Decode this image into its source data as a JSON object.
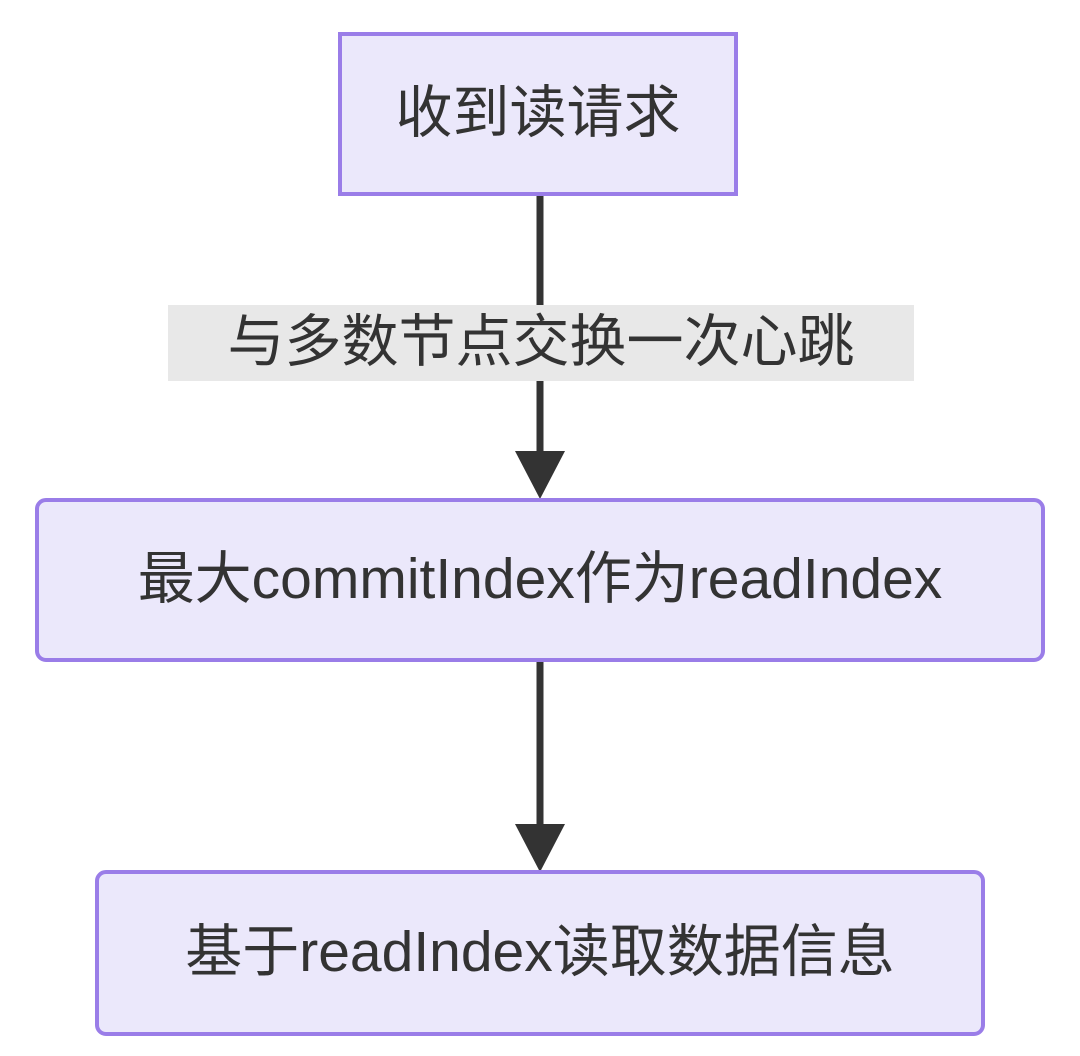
{
  "diagram": {
    "type": "flowchart",
    "direction": "top-down",
    "background_color": "#ffffff",
    "node_fill_color": "#ebe8fb",
    "node_border_color": "#9a7de8",
    "text_color": "#333333",
    "edge_color": "#333333",
    "edge_label_background_color": "#e8e8e8",
    "nodes": [
      {
        "id": "recv-read-request",
        "label": "收到读请求",
        "shape": "rectangle"
      },
      {
        "id": "max-commit-index",
        "label": "最大commitIndex作为readIndex",
        "shape": "rounded-rectangle"
      },
      {
        "id": "read-data",
        "label": "基于readIndex读取数据信息",
        "shape": "rounded-rectangle"
      }
    ],
    "edges": [
      {
        "id": "edge-1",
        "from": "recv-read-request",
        "to": "max-commit-index",
        "label": "与多数节点交换一次心跳",
        "arrowhead": "filled-triangle"
      },
      {
        "id": "edge-2",
        "from": "max-commit-index",
        "to": "read-data",
        "label": "",
        "arrowhead": "filled-triangle"
      }
    ]
  }
}
